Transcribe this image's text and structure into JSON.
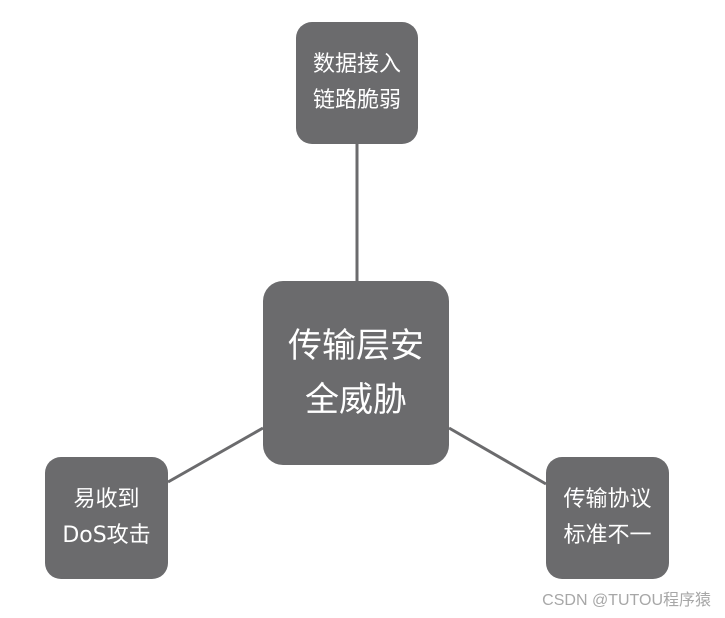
{
  "diagram": {
    "center": {
      "line1": "传输层安",
      "line2": "全威胁"
    },
    "top": {
      "line1": "数据接入",
      "line2": "链路脆弱"
    },
    "left": {
      "line1": "易收到",
      "line2": "DoS攻击"
    },
    "right": {
      "line1": "传输协议",
      "line2": "标准不一"
    }
  },
  "watermark": "CSDN @TUTOU程序猿",
  "colors": {
    "node_fill": "#6b6b6d",
    "node_text": "#ffffff",
    "connector": "#6b6b6d",
    "watermark_text": "#a7a7a7"
  }
}
